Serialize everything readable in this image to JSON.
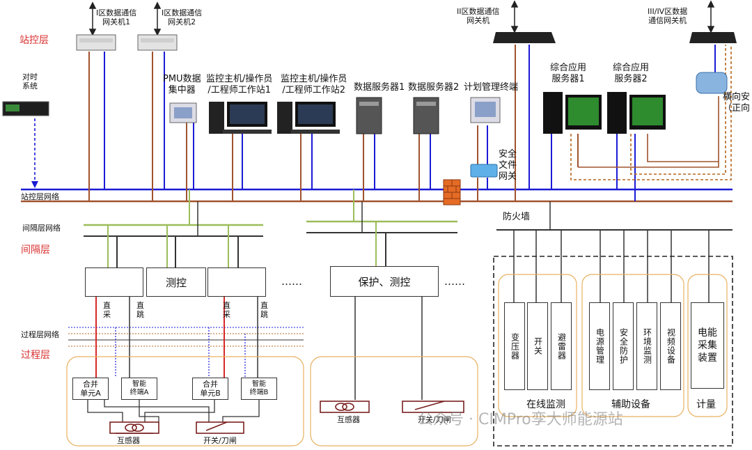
{
  "layers": {
    "station": "站控层",
    "bay": "间隔层",
    "process": "过程层"
  },
  "networks": {
    "station_net": "站控层网络",
    "bay_net": "间隔层网络",
    "process_net": "过程层网络"
  },
  "gateways": {
    "gw1": "I区数据通信\n网关机1",
    "gw2": "I区数据通信\n网关机2",
    "gw3": "II区数据通信\n网关机",
    "gw4": "III/IV区数据\n通信网关机"
  },
  "station_devices": {
    "time_sync": "对时\n系统",
    "pmu": "PMU数据\n集中器",
    "ws1": "监控主机/操作员\n/工程师工作站1",
    "ws2": "监控主机/操作员\n/工程师工作站2",
    "ds1": "数据服务器1",
    "ds2": "数据服务器2",
    "plan": "计划管理终端",
    "app1": "综合应用\n服务器1",
    "app2": "综合应用\n服务器2",
    "iso": "横向安\n（正向",
    "sfgw": "安全\n文件\n网关",
    "firewall": "防火墙"
  },
  "bay_boxes": {
    "measure": "测控",
    "prot": "保护、测控",
    "dots": "……"
  },
  "links": {
    "a_caiyang": "直\n采",
    "a_tiaozha": "直\n跳",
    "b_caiyang": "直\n采",
    "b_tiaozha": "直\n跳"
  },
  "process_devices": {
    "mu_a": "合并\n单元A",
    "it_a": "智能\n终端A",
    "mu_b": "合并\n单元B",
    "it_b": "智能\n终端B",
    "ct1": "互感器",
    "sw1": "开关/刀闸",
    "ct2": "互感器",
    "sw2": "开关/刀闸"
  },
  "right_group": {
    "online_items": [
      "变压器",
      "开关",
      "避雷器"
    ],
    "aux_items": [
      "电源管理",
      "安全防护",
      "环境监测",
      "视频设备"
    ],
    "meter_item": "电能采集装置",
    "online_label": "在线监测",
    "aux_label": "辅助设备",
    "meter_label": "计量"
  },
  "watermark": "公众号 · CIMPro孪大师能源站",
  "colors": {
    "blue": "#1a1ad6",
    "brown": "#a0522d",
    "green": "#9bbd5a",
    "red_label": "#d9302f",
    "dash_brown": "#b5651d"
  }
}
